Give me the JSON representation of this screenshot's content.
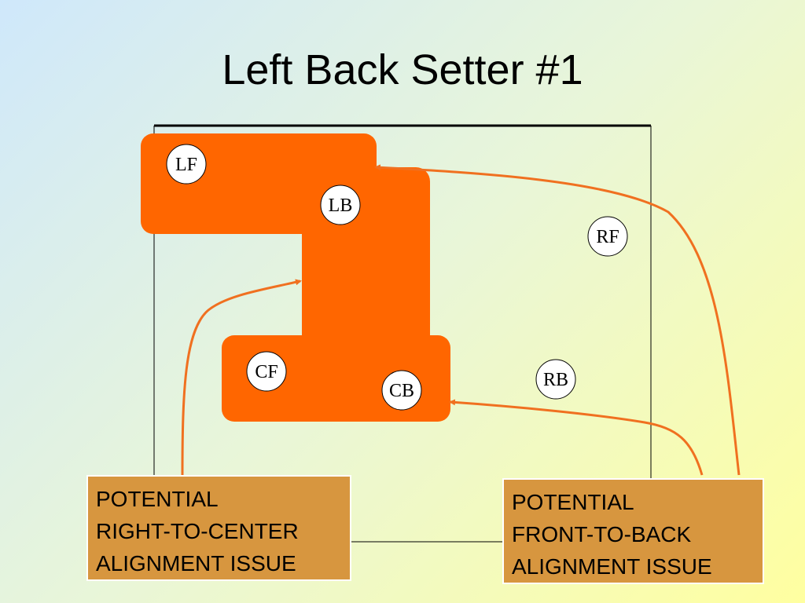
{
  "slide": {
    "title": "Left Back Setter #1"
  },
  "players": {
    "lf": "LF",
    "lb": "LB",
    "rf": "RF",
    "cf": "CF",
    "cb": "CB",
    "rb": "RB"
  },
  "callouts": {
    "left": [
      "POTENTIAL",
      "RIGHT-TO-CENTER",
      "ALIGNMENT ISSUE"
    ],
    "right": [
      "POTENTIAL",
      "FRONT-TO-BACK",
      "ALIGNMENT ISSUE"
    ]
  },
  "colors": {
    "highlight": "#ff6600",
    "arrow": "#f07020",
    "callout_fill": "#d7963f"
  }
}
